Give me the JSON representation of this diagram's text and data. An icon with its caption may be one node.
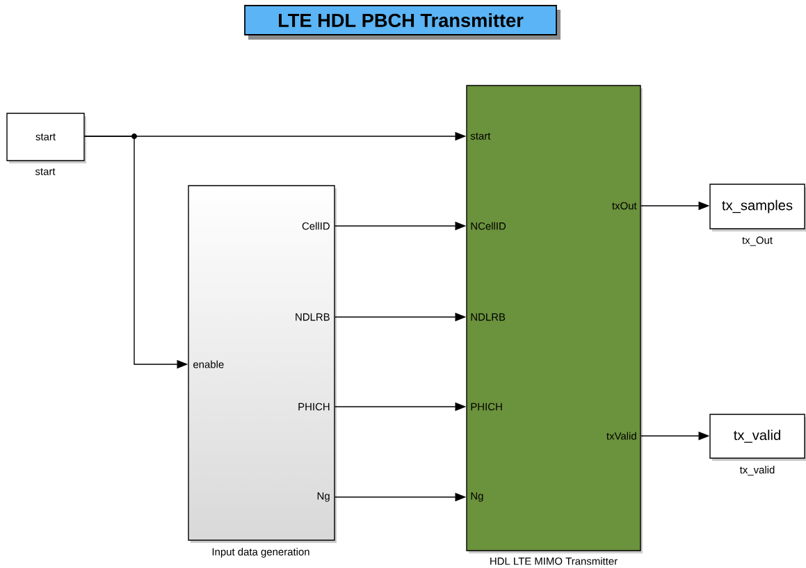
{
  "diagram": {
    "title": "LTE HDL PBCH Transmitter",
    "nodes": [
      {
        "text": [
          "start"
        ],
        "beside": [
          "start"
        ]
      },
      {
        "text": [
          "enable",
          "CellID",
          "NDLRB",
          "PHICH",
          "Ng"
        ],
        "beside": [
          "Input data generation"
        ]
      },
      {
        "text": [
          "start",
          "NCellID",
          "NDLRB",
          "PHICH",
          "Ng",
          "txOut",
          "txValid"
        ],
        "beside": [
          "HDL LTE MIMO Transmitter"
        ]
      },
      {
        "text": [
          "tx_samples"
        ],
        "beside": [
          "tx_Out"
        ]
      },
      {
        "text": [
          "tx_valid"
        ],
        "beside": [
          "tx_valid"
        ]
      }
    ],
    "edges": [
      {
        "from": 0,
        "to": 2,
        "arrow": "to"
      },
      {
        "from": 0,
        "to": 1,
        "arrow": "to"
      },
      {
        "from": 1,
        "to": 2,
        "arrow": "to"
      },
      {
        "from": 1,
        "to": 2,
        "arrow": "to"
      },
      {
        "from": 1,
        "to": 2,
        "arrow": "to"
      },
      {
        "from": 1,
        "to": 2,
        "arrow": "to"
      },
      {
        "from": 2,
        "to": 3,
        "arrow": "to"
      },
      {
        "from": 2,
        "to": 4,
        "arrow": "to"
      }
    ]
  }
}
